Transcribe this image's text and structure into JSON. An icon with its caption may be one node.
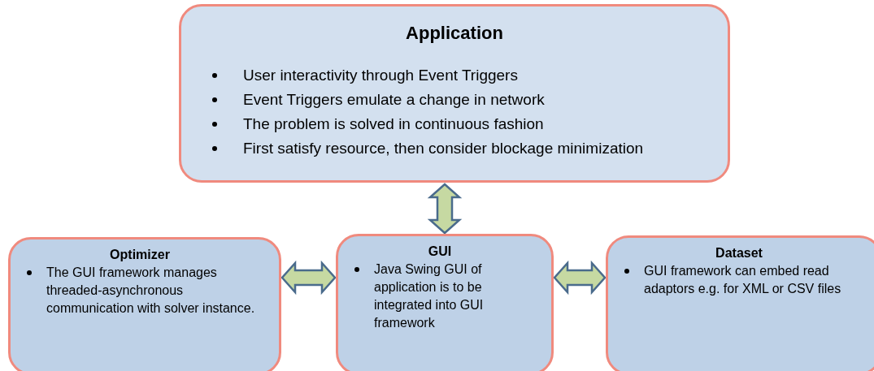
{
  "diagram": {
    "nodes": [
      {
        "text": [
          "Application",
          "User interactivity through Event Triggers",
          "Event Triggers emulate a change in network",
          "The problem is solved in continuous fashion",
          "First satisfy resource, then consider blockage minimization"
        ]
      },
      {
        "text": [
          "Optimizer",
          "The GUI framework manages threaded-asynchronous communication with solver instance."
        ]
      },
      {
        "text": [
          "GUI",
          "Java Swing GUI of application is to be integrated into GUI framework"
        ]
      },
      {
        "text": [
          "Dataset",
          "GUI framework can embed read adaptors e.g. for XML or CSV files"
        ]
      }
    ],
    "edges": [
      {
        "from": 0,
        "to": 2,
        "arrow": "both"
      },
      {
        "from": 1,
        "to": 2,
        "arrow": "both"
      },
      {
        "from": 2,
        "to": 3,
        "arrow": "both"
      }
    ]
  }
}
